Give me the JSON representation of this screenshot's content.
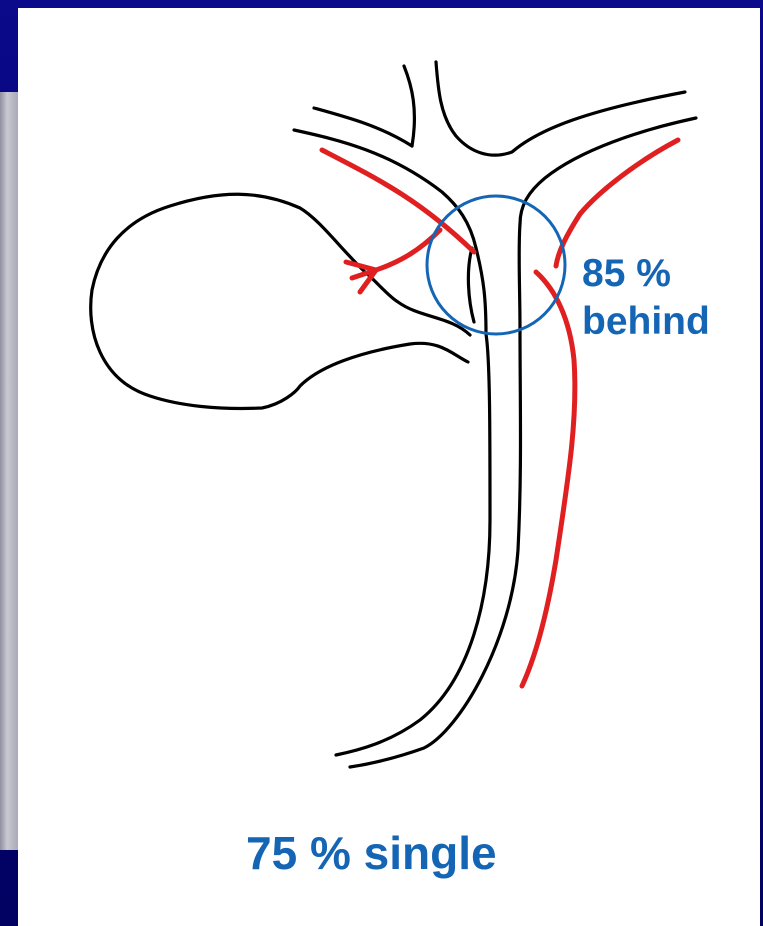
{
  "labels": {
    "behind_pct": "85 %",
    "behind_word": "behind",
    "single": "75 % single"
  },
  "colors": {
    "background": "#05057a",
    "duct": "#000000",
    "artery": "#e02020",
    "highlight": "#1565b5",
    "label": "#1565b5"
  }
}
